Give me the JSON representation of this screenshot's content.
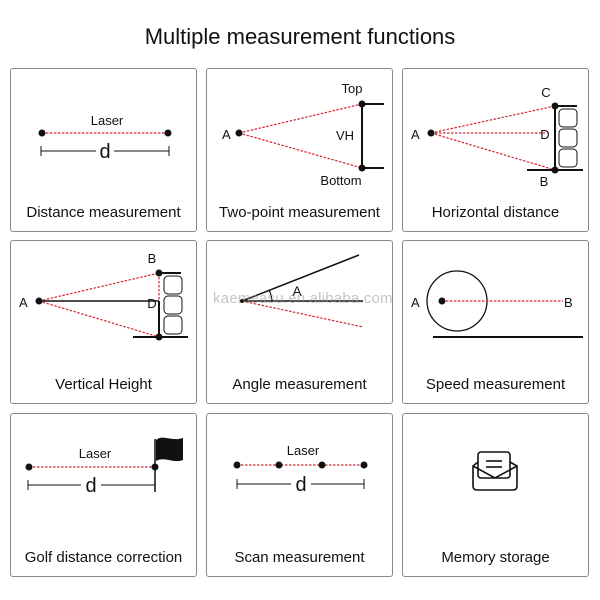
{
  "title": "Multiple measurement functions",
  "colors": {
    "laser": "#d2262e",
    "ink": "#111111",
    "border": "#8a8a8a"
  },
  "watermark": "kaemeasu.en.alibaba.com",
  "panels": [
    {
      "caption": "Distance measurement",
      "labels": {
        "laser": "Laser",
        "distance": "d"
      }
    },
    {
      "caption": "Two-point measurement",
      "labels": {
        "origin": "A",
        "top": "Top",
        "bottom": "Bottom",
        "height": "VH"
      }
    },
    {
      "caption": "Horizontal distance",
      "labels": {
        "origin": "A",
        "top": "C",
        "middle": "D",
        "bottom": "B"
      }
    },
    {
      "caption": "Vertical Height",
      "labels": {
        "origin": "A",
        "top": "B",
        "middle": "D"
      }
    },
    {
      "caption": "Angle measurement",
      "labels": {
        "angle": "A"
      }
    },
    {
      "caption": "Speed measurement",
      "labels": {
        "start": "A",
        "end": "B"
      }
    },
    {
      "caption": "Golf distance correction",
      "labels": {
        "laser": "Laser",
        "distance": "d"
      }
    },
    {
      "caption": "Scan measurement",
      "labels": {
        "laser": "Laser",
        "distance": "d"
      }
    },
    {
      "caption": "Memory storage",
      "icon": "envelope-letter-icon"
    }
  ]
}
